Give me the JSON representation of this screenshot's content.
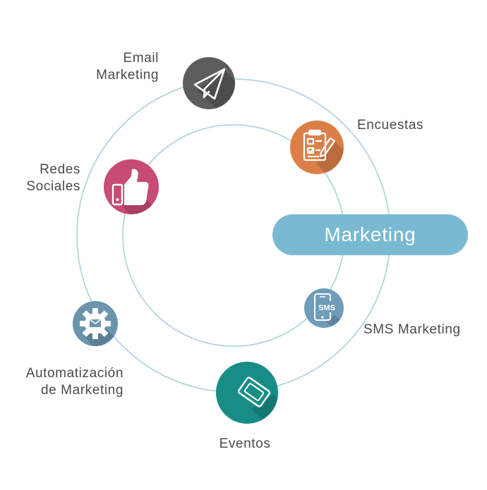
{
  "center_label": "Marketing",
  "colors": {
    "ring": "#a9d0de",
    "pill": "#79b9d1",
    "email": "#5d5d5d",
    "encuestas": "#dc7f47",
    "redes": "#c74b72",
    "sms": "#6f9db8",
    "automatizacion": "#6a95ad",
    "eventos": "#178d86"
  },
  "nodes": {
    "email": {
      "line1": "Email",
      "line2": "Marketing",
      "icon": "paper-plane-icon"
    },
    "encuestas": {
      "line1": "Encuestas",
      "icon": "survey-clipboard-icon"
    },
    "redes": {
      "line1": "Redes",
      "line2": "Sociales",
      "icon": "thumbs-up-icon"
    },
    "sms": {
      "line1": "SMS Marketing",
      "icon": "sms-phone-icon",
      "icon_text": "SMS"
    },
    "automatizacion": {
      "line1": "Automatización",
      "line2": "de Marketing",
      "icon": "gear-envelope-icon"
    },
    "eventos": {
      "line1": "Eventos",
      "icon": "ticket-icon"
    }
  }
}
